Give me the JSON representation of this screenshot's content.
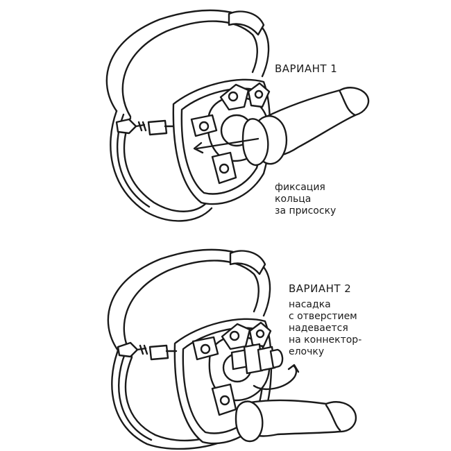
{
  "variant1": {
    "title": "ВАРИАНТ 1",
    "caption": [
      "фиксация",
      "кольца",
      "за присоску"
    ]
  },
  "variant2": {
    "title": "ВАРИАНТ 2",
    "caption": [
      "насадка",
      "с отверстием",
      "надевается",
      "на коннектор-",
      "елочку"
    ]
  },
  "colors": {
    "ink": "#1a1a1a",
    "background": "#ffffff"
  }
}
